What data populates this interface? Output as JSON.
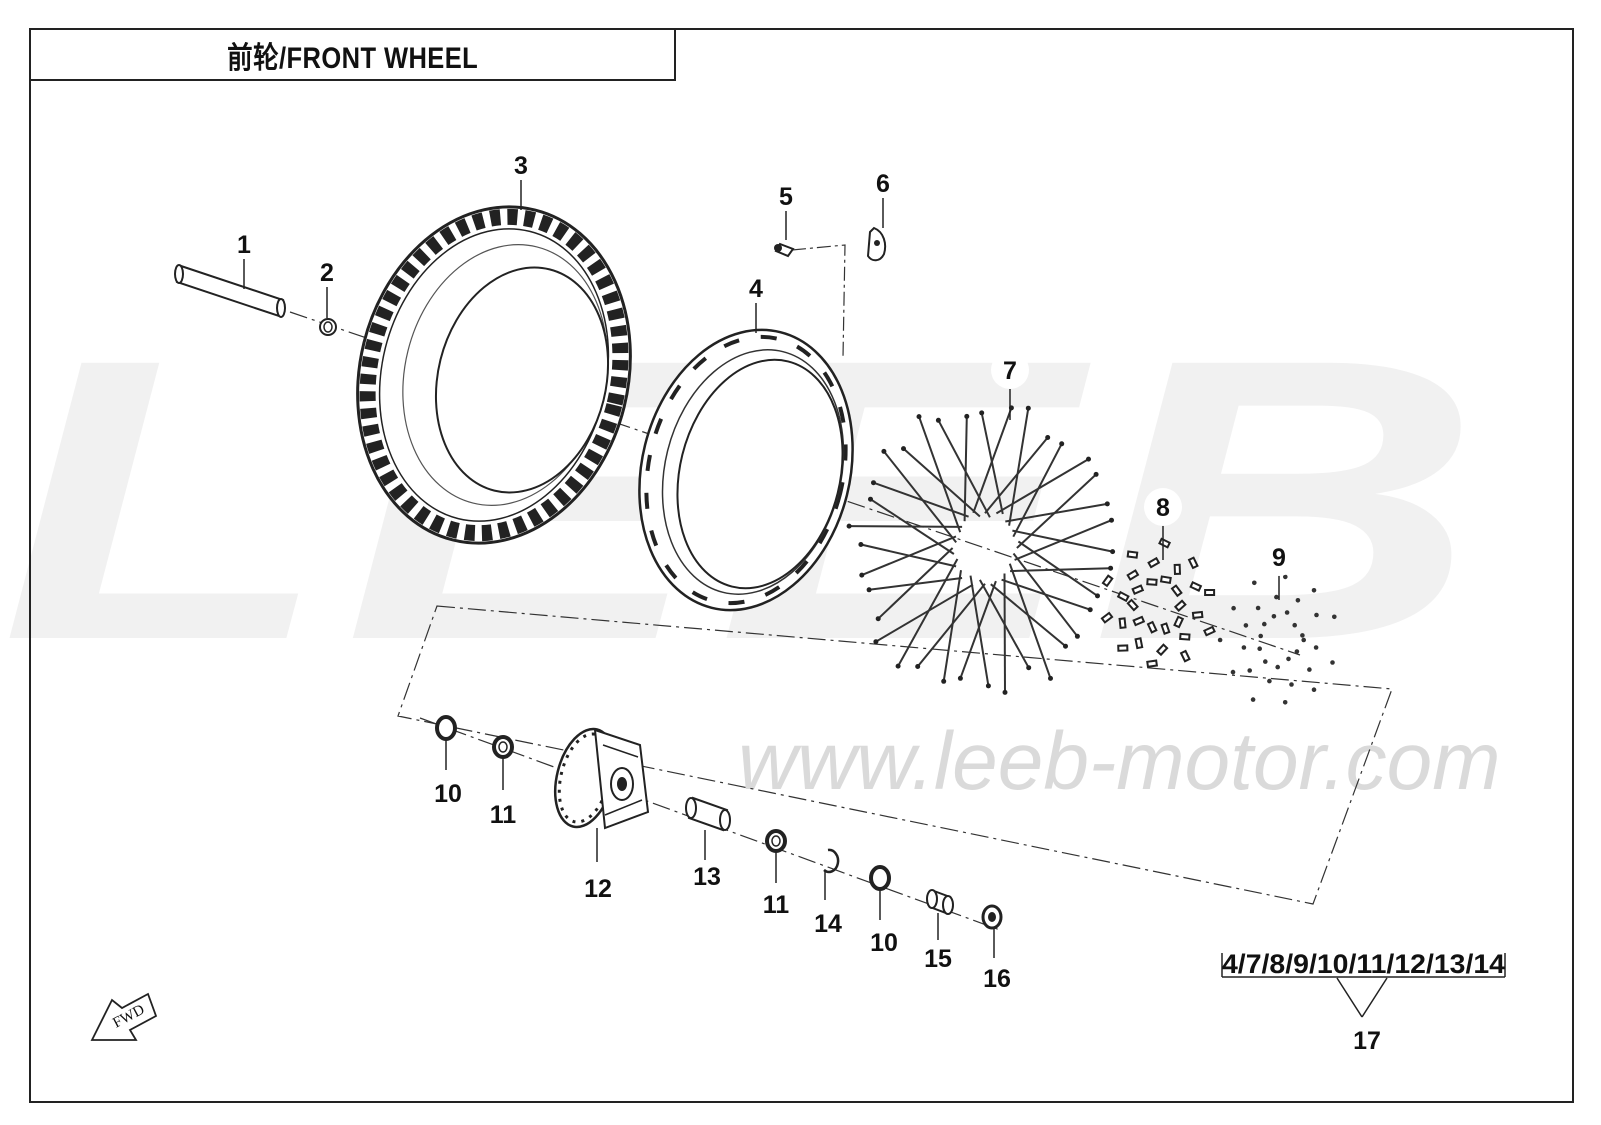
{
  "title": "前轮/FRONT WHEEL",
  "watermark": {
    "letters": "LEEB",
    "url": "www.leeb-motor.com"
  },
  "callouts": {
    "p1": "1",
    "p2": "2",
    "p3": "3",
    "p4": "4",
    "p5": "5",
    "p6": "6",
    "p7": "7",
    "p8": "8",
    "p9": "9",
    "p10a": "10",
    "p11a": "11",
    "p12": "12",
    "p13": "13",
    "p11b": "11",
    "p14": "14",
    "p10b": "10",
    "p15": "15",
    "p16": "16",
    "p17": "17"
  },
  "kit": {
    "parts": "4/7/8/9/10/11/12/13/14"
  },
  "direction": {
    "label": "FWD"
  },
  "colors": {
    "line": "#222222",
    "watermark": "#f1f1f1",
    "watermark_url": "#dadada"
  }
}
